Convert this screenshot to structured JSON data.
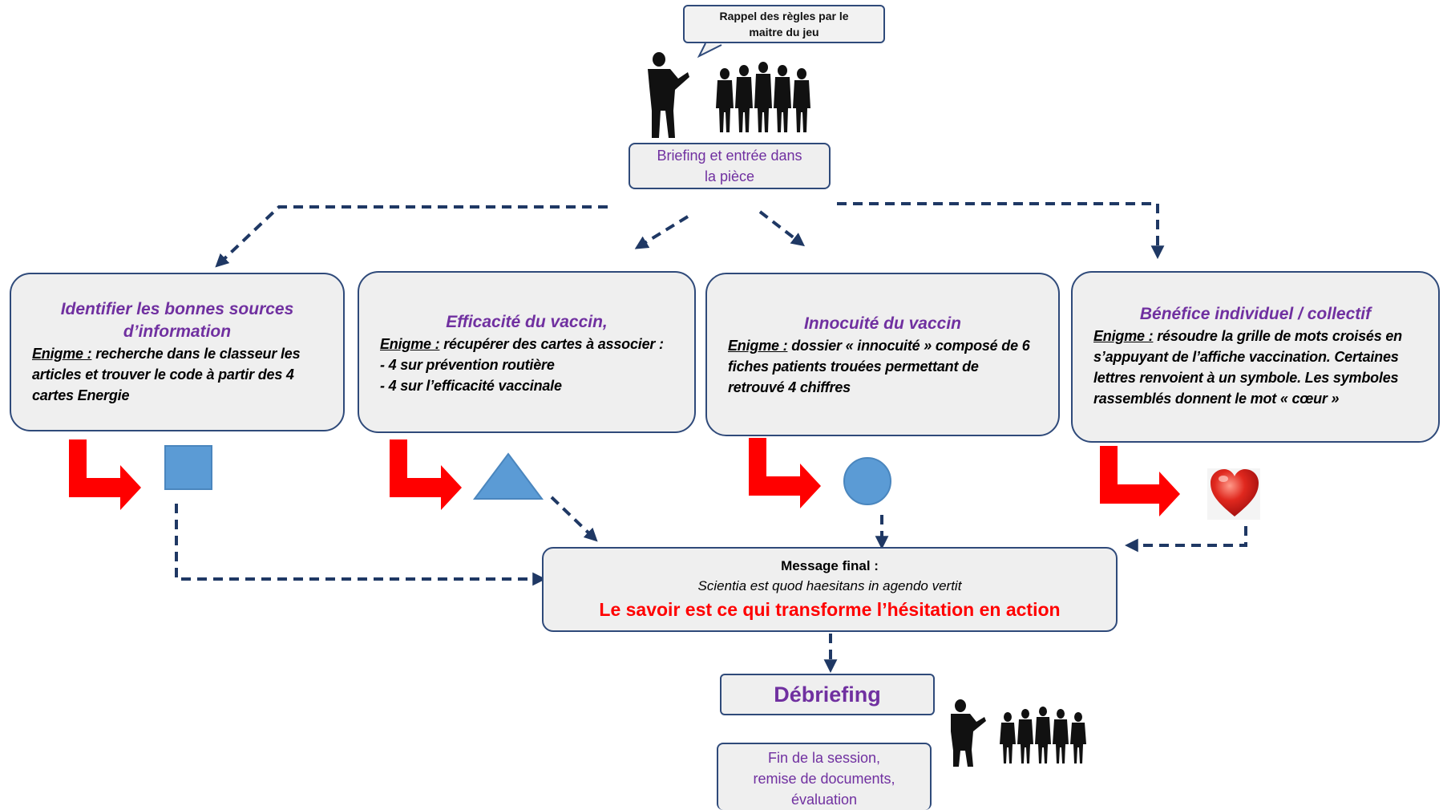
{
  "top": {
    "speech": "Rappel des règles par le maitre du jeu",
    "briefing": "Briefing et entrée dans la pièce"
  },
  "puzzles": [
    {
      "title": "Identifier les bonnes sources d’information",
      "label": "Enigme :",
      "text": " recherche dans le classeur les articles et trouver le code à partir des 4 cartes Energie",
      "lines": [],
      "symbol": "square-symbol"
    },
    {
      "title": "Efficacité du vaccin,",
      "label": "Enigme :",
      "text": " récupérer des cartes à associer :",
      "lines": [
        "- 4 sur prévention routière",
        "- 4 sur l’efficacité vaccinale"
      ],
      "symbol": "triangle-symbol"
    },
    {
      "title": "Innocuité du vaccin",
      "label": "Enigme :",
      "text": " dossier « innocuité » composé de 6 fiches patients trouées permettant de retrouvé 4 chiffres",
      "lines": [],
      "symbol": "circle-symbol"
    },
    {
      "title": "Bénéfice individuel / collectif",
      "label": "Enigme :",
      "text": " résoudre la grille de mots croisés en s’appuyant de l’affiche vaccination. Certaines lettres renvoient à un symbole. Les symboles rassemblés donnent le mot « cœur »",
      "lines": [],
      "symbol": "heart-symbol"
    }
  ],
  "final": {
    "heading": "Message final :",
    "latin": "Scientia est quod haesitans in agendo vertit",
    "french": "Le savoir est ce qui transforme l’hésitation en action"
  },
  "debriefing": "Débriefing",
  "end": [
    "Fin de la session,",
    "remise de documents,",
    "évaluation"
  ],
  "colors": {
    "purple": "#7030a0",
    "navy": "#1f3864",
    "red": "#ff0000",
    "blue": "#5b9bd5",
    "box_bg": "#efefef"
  }
}
